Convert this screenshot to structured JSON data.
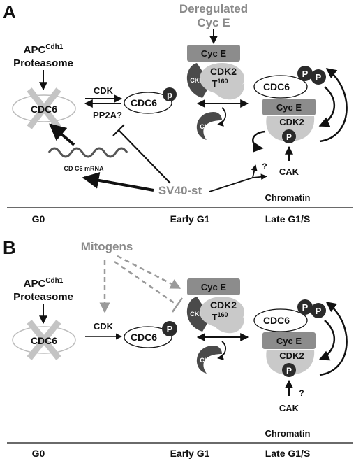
{
  "panel_a": {
    "letter": "A",
    "dereg_line1": "Deregulated",
    "dereg_line2": "Cyc E",
    "apc_base": "APC",
    "apc_sup": "Cdh1",
    "proteasome": "Proteasome",
    "cdc6": "CDC6",
    "cdk": "CDK",
    "pp2a": "PP2A?",
    "p_lower": "p",
    "p_upper": "P",
    "cyce": "Cyc E",
    "cdk2": "CDK2",
    "t_base": "T",
    "t_sup": "160",
    "cki": "CKI",
    "mrna": "CD C6 mRNA",
    "sv40": "SV40-st",
    "question": "?",
    "cak": "CAK",
    "chromatin": "Chromatin",
    "phase_g0": "G0",
    "phase_early": "Early G1",
    "phase_late": "Late G1/S"
  },
  "panel_b": {
    "letter": "B",
    "mitogens": "Mitogens",
    "apc_base": "APC",
    "apc_sup": "Cdh1",
    "proteasome": "Proteasome",
    "cdc6": "CDC6",
    "cdk": "CDK",
    "p_upper": "P",
    "cyce": "Cyc E",
    "cdk2": "CDK2",
    "t_base": "T",
    "t_sup": "160",
    "cki": "CKI",
    "question": "?",
    "cak": "CAK",
    "chromatin": "Chromatin",
    "phase_g0": "G0",
    "phase_early": "Early G1",
    "phase_late": "Late G1/S"
  },
  "colors": {
    "text": "#111111",
    "gray_text": "#8a8a8a",
    "cyce_box": "#8c8c8c",
    "cdk2_light": "#c9c9c9",
    "cki_dark": "#4a4a4a",
    "phospho": "#2b2b2b",
    "x_mark": "#bdbdbd"
  }
}
